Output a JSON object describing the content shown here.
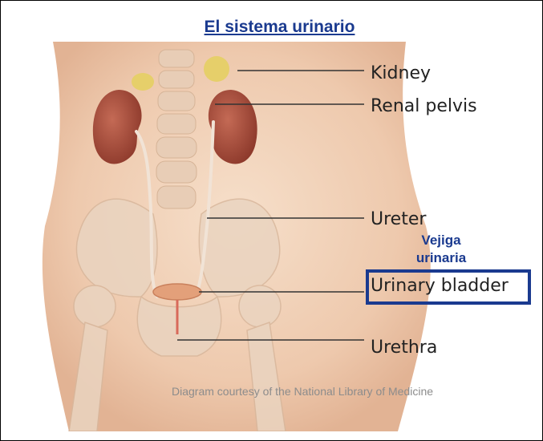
{
  "title": "El sistema urinario",
  "labels": {
    "kidney": "Kidney",
    "renal_pelvis": "Renal pelvis",
    "ureter": "Ureter",
    "urinary_bladder": "Urinary bladder",
    "urethra": "Urethra"
  },
  "spanish_label": {
    "line1": "Vejiga",
    "line2": "urinaria"
  },
  "credit": "Diagram courtesy of the National Library of Medicine",
  "colors": {
    "title": "#1a3a8f",
    "highlight_box": "#1a3a8f",
    "credit": "#8c8c8c"
  }
}
